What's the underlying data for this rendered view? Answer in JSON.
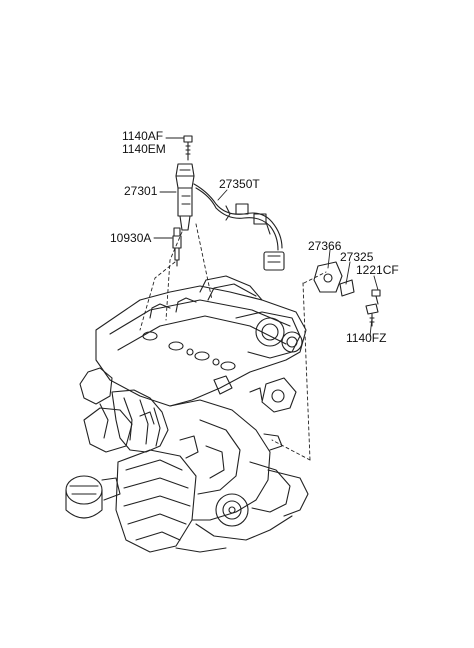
{
  "labels": {
    "bolt_coil_a": "1140AF",
    "bolt_coil_b": "1140EM",
    "ignition_coil": "27301",
    "wiring_harness": "27350T",
    "spark_plug": "10930A",
    "bracket": "27366",
    "bracket_b": "27325",
    "bolt_1221": "1221CF",
    "bolt_1140fz": "1140FZ"
  },
  "colors": {
    "line": "#222222",
    "background": "#ffffff"
  }
}
